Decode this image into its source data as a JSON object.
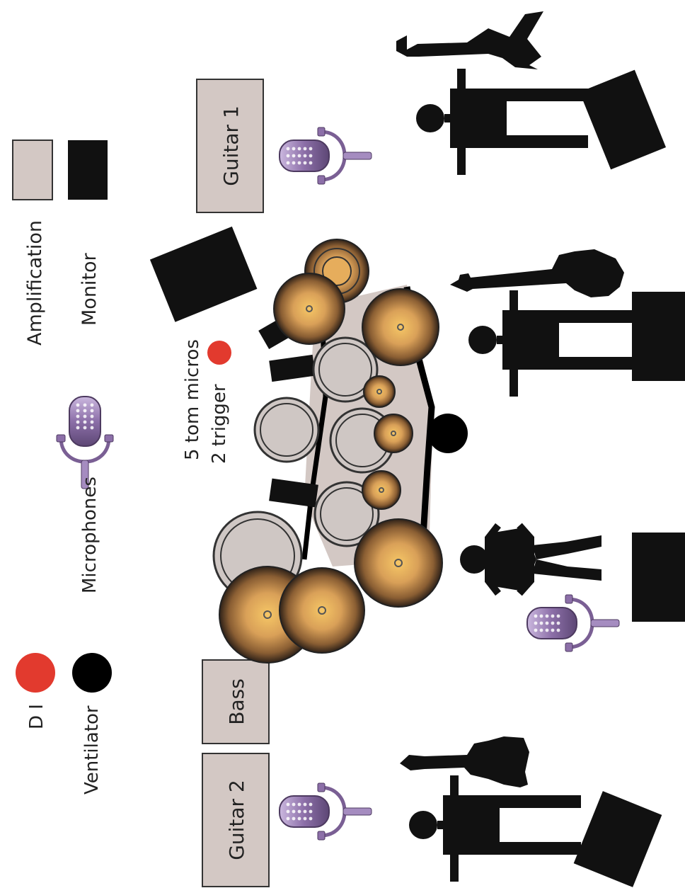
{
  "legend": {
    "amplification": "Amplification",
    "monitor": "Monitor",
    "microphones": "Microphones",
    "di": "D I",
    "ventilator": "Ventilator"
  },
  "amps": {
    "guitar1": "Guitar 1",
    "bass": "Bass",
    "guitar2": "Guitar 2"
  },
  "drum_note": {
    "line1": "5 tom micros",
    "line2": "2 trigger"
  },
  "colors": {
    "amp_fill": "#d3c8c4",
    "monitor_fill": "#111111",
    "di_red": "#e23a2e",
    "cymbal_center": "#f6c766",
    "cymbal_mid": "#c98f45",
    "cymbal_edge": "#3a2a1c",
    "drumhead": "#cfc7c4",
    "mic_purple": "#8c6fa8"
  }
}
